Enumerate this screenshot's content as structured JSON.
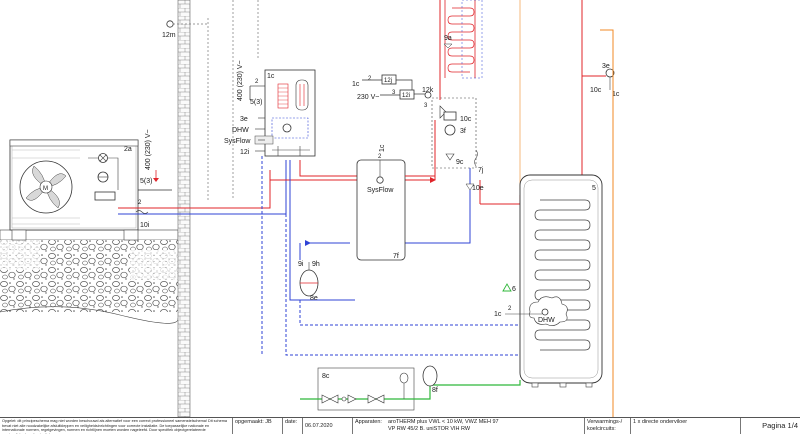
{
  "labels": {
    "cable_12m": "12m",
    "power_left": "400 (230) V~",
    "fuse_left": "5(3)",
    "label_2a": "2a",
    "label_10i": "10i",
    "power_mid": "400 (230) V~",
    "num_2a": "2",
    "fuse_mid": "5(3)",
    "label_1c": "1c",
    "label_3e": "3e",
    "label_dhw_left": "DHW",
    "label_sysflow_left": "SysFlow",
    "label_12i": "12i",
    "box_12j": "12j",
    "box_12i": "12i",
    "label_1c_ctrl": "1c",
    "v230": "230 V~",
    "num_2": "2",
    "num_3": "3",
    "label_12k": "12k",
    "label_3": "3",
    "label_10c": "10c",
    "label_3f": "3f",
    "label_9c": "9c",
    "label_7j": "7j",
    "label_10e": "10e",
    "label_9a": "9a",
    "label_3e_right": "3e",
    "label_10c_right": "10c",
    "label_1c_right": "1c",
    "label_5": "5",
    "sysflow": "SysFlow",
    "label_1c_sys": "1c",
    "label_2_sys": "2",
    "label_7f": "7f",
    "label_9i": "9i",
    "label_9h": "9h",
    "label_8e": "8e",
    "label_6": "6",
    "label_1c_dhw": "1c",
    "label_2_dhw": "2",
    "dhw": "DHW",
    "label_8c": "8c",
    "label_8f": "8f",
    "label_m": "M"
  },
  "footer": {
    "disclaimer": "Opgelet: dit principeschema mag niet worden beschouwd als alternatief voor een correct professioneel samenstelschema! Dit schema bevat niet alle noodzakelijke afsluitkleppen en veiligheidsinrichtingen voor correcte installatie. De toepasselijke nationale en internationale normen, regelgevingen, normen en richtlijnen moeten worden nageleefd. Door specifiek objectgerelateerde omstandigheden of potentiele",
    "opgemaakt_label": "opgemaakt:",
    "opgemaakt_value": "JB",
    "datum_label": "date:",
    "datum_value": "06.07.2020",
    "apparaten_label": "Apparaten:",
    "apparaten_line1": "aroTHERM plus VWL < 10 kW, VWZ MEH 97",
    "apparaten_line2": "VP RW 45/2 B. uniSTOR VIH RW",
    "verwarming_label1": "Verwarmings-/",
    "verwarming_label2": "koelcircuits:",
    "verwarming_value": "1 x directe onderviloer",
    "pagina": "Pagina 1/4"
  },
  "colors": {
    "supply": "#e0242a",
    "return": "#2f43d6",
    "dhw_line": "#f08a24",
    "cold_water": "#2fb83a"
  }
}
